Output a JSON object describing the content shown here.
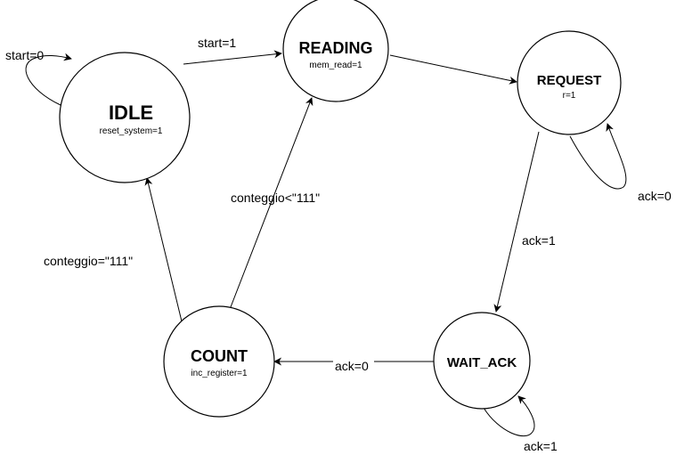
{
  "colors": {
    "stroke": "#000000",
    "background": "#ffffff"
  },
  "states": {
    "idle": {
      "name": "IDLE",
      "action": "reset_system=1"
    },
    "reading": {
      "name": "READING",
      "action": "mem_read=1"
    },
    "request": {
      "name": "REQUEST",
      "action": "r=1"
    },
    "wait_ack": {
      "name": "WAIT_ACK",
      "action": ""
    },
    "count": {
      "name": "COUNT",
      "action": "inc_register=1"
    }
  },
  "transitions": {
    "idle_self": {
      "from": "IDLE",
      "to": "IDLE",
      "label": "start=0"
    },
    "idle_to_reading": {
      "from": "IDLE",
      "to": "READING",
      "label": "start=1"
    },
    "reading_to_request": {
      "from": "READING",
      "to": "REQUEST",
      "label": ""
    },
    "request_self": {
      "from": "REQUEST",
      "to": "REQUEST",
      "label": "ack=0"
    },
    "request_to_wait": {
      "from": "REQUEST",
      "to": "WAIT_ACK",
      "label": "ack=1"
    },
    "wait_self": {
      "from": "WAIT_ACK",
      "to": "WAIT_ACK",
      "label": "ack=1"
    },
    "wait_to_count": {
      "from": "WAIT_ACK",
      "to": "COUNT",
      "label": "ack=0"
    },
    "count_to_reading": {
      "from": "COUNT",
      "to": "READING",
      "label": "conteggio<\"111\""
    },
    "count_to_idle": {
      "from": "COUNT",
      "to": "IDLE",
      "label": "conteggio=\"111\""
    }
  }
}
